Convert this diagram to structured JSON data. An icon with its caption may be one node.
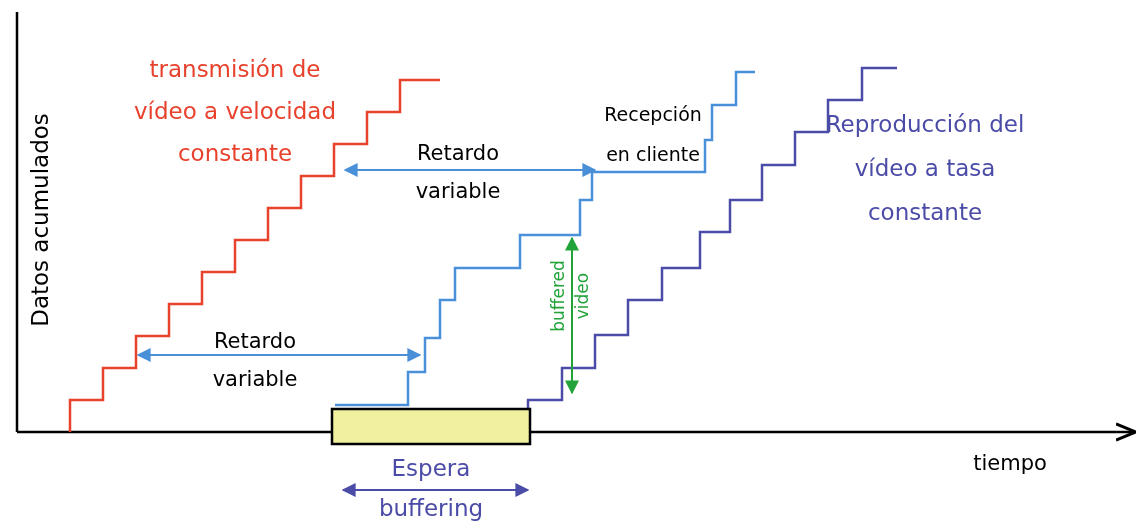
{
  "diagram": {
    "nodes": [
      {
        "text": [],
        "shape": "bar",
        "beside": [
          "Espera buffering"
        ]
      }
    ],
    "labels": [
      "transmisión de vídeo a velocidad constante",
      "Recepción en cliente",
      "Reproducción del vídeo a tasa constante",
      "Retardo variable",
      "Datos acumulados",
      "buffered video",
      "Retardo variable",
      "tiempo"
    ]
  }
}
